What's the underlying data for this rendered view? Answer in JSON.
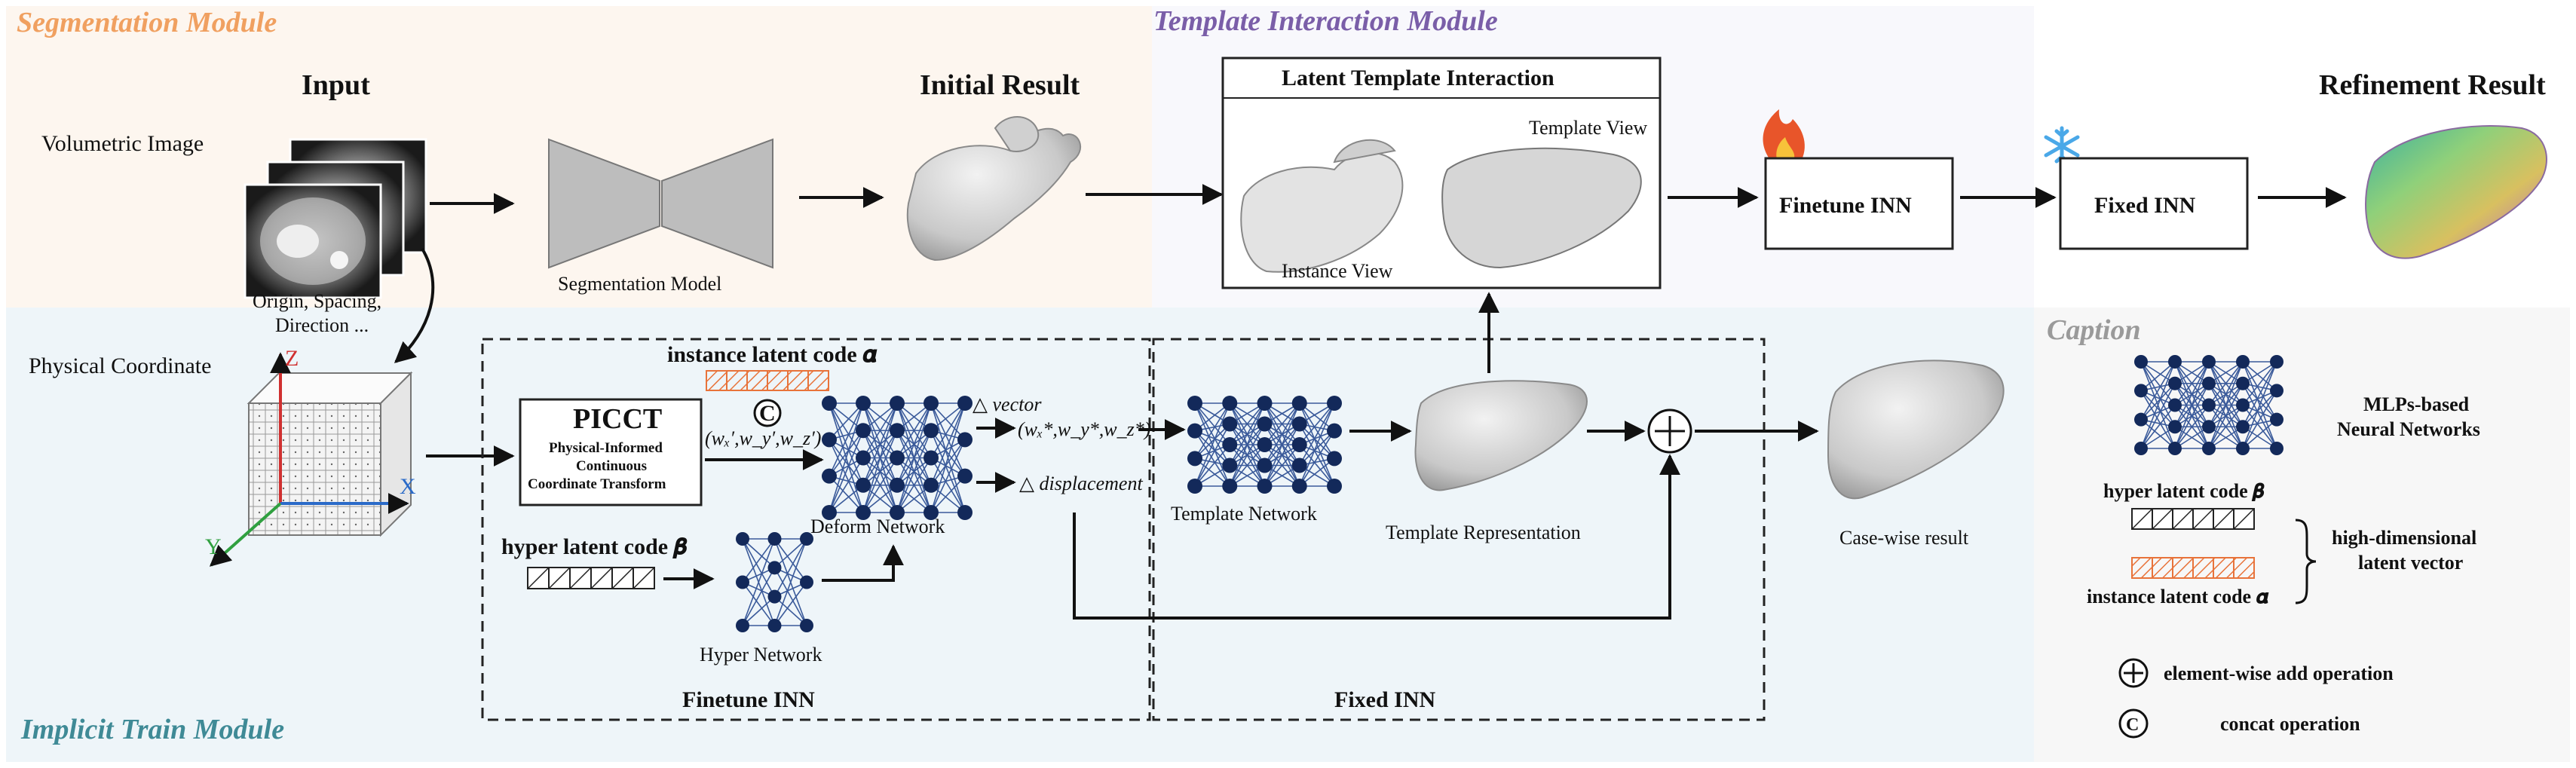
{
  "modules": {
    "segmentation": "Segmentation Module",
    "template_interaction": "Template Interaction Module",
    "implicit_train": "Implicit Train Module",
    "caption": "Caption"
  },
  "top": {
    "input": "Input",
    "volumetric_image": "Volumetric Image",
    "segmentation_model": "Segmentation Model",
    "initial_result": "Initial Result",
    "latent_template_interaction": "Latent Template Interaction",
    "instance_view": "Instance View",
    "template_view": "Template View",
    "finetune_inn": "Finetune INN",
    "fixed_inn": "Fixed INN",
    "refinement_result": "Refinement Result",
    "origin_line1": "Origin, Spacing,",
    "origin_line2": "Direction ..."
  },
  "bottom": {
    "physical_coordinate": "Physical Coordinate",
    "axis_x": "X",
    "axis_y": "Y",
    "axis_z": "Z",
    "instance_latent_code": "instance latent code 𝜶",
    "concat_symbol": "C",
    "piccct_title": "PICCT",
    "piccct_line1": "Physical-Informed",
    "piccct_line2": "Continuous",
    "piccct_line3": "Coordinate Transform",
    "transformed_coords": "(wₓ′,w_y′,w_z′)",
    "delta_vector": "△ vector",
    "delta_displacement": "△ displacement",
    "deformed_coords": "(wₓ*,w_y*,w_z*)",
    "deform_network": "Deform Network",
    "hyper_latent_code": "hyper latent code 𝜷",
    "hyper_network": "Hyper Network",
    "finetune_inn": "Finetune INN",
    "template_network": "Template Network",
    "template_representation": "Template Representation",
    "fixed_inn": "Fixed INN",
    "case_wise_result": "Case-wise result"
  },
  "legend": {
    "mlp_line1": "MLPs-based",
    "mlp_line2": "Neural Networks",
    "hyper_latent_code": "hyper latent code 𝜷",
    "instance_latent_code": "instance latent code 𝜶",
    "high_dim_line1": "high-dimensional",
    "high_dim_line2": "latent vector",
    "add_op": "element-wise add operation",
    "concat_op": "concat operation",
    "concat_symbol": "C"
  },
  "colors": {
    "segmentation_title": "#f0a060",
    "template_title": "#7a5ea8",
    "implicit_title": "#3f8a96",
    "caption_title": "#9a9a9a",
    "seg_bg": "#fdf6ef",
    "implicit_bg": "#eef5f9",
    "caption_bg": "#f7f7f7",
    "node": "#13295a",
    "latent_orange": "#e8733a",
    "axis_z": "#d03030",
    "axis_x": "#2a6ac8",
    "axis_y": "#30a040"
  }
}
